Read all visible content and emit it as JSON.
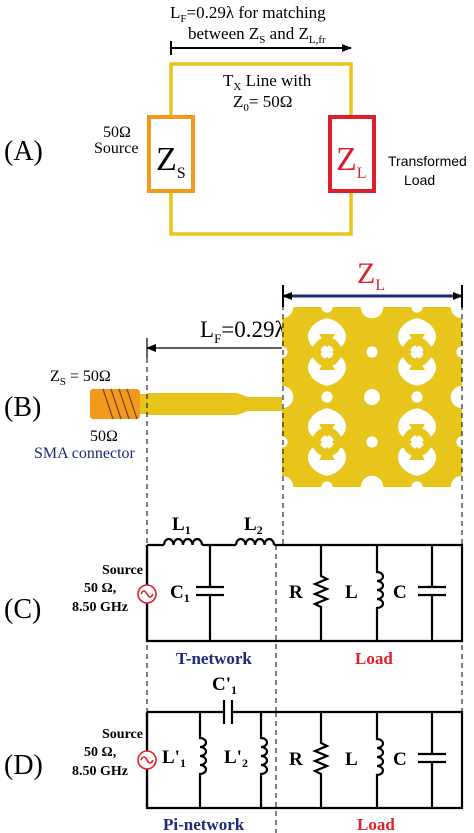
{
  "colors": {
    "line_gold": "#E8C51A",
    "source_orange": "#F39A1E",
    "load_red": "#E01E2B",
    "navy": "#1F2A78",
    "red": "#E0202A"
  },
  "panel_a": {
    "label": "(A)",
    "lf_main": "L",
    "lf_sub": "F",
    "lf_rest": "=0.29λ for matching",
    "between_pre": "between Z",
    "between_s": "S",
    "between_mid": " and Z",
    "between_sub": "L,fr",
    "tx_pre": "T",
    "tx_sub": "X",
    "tx_post": " Line with",
    "z0_pre": "Z",
    "z0_sub": "0",
    "z0_post": "= 50Ω",
    "source_l1": "50Ω",
    "source_l2": "Source",
    "zs_main": "Z",
    "zs_sub": "S",
    "zl_main": "Z",
    "zl_sub": "L",
    "load_l1": "Transformed",
    "load_l2": "Load"
  },
  "panel_b": {
    "label": "(B)",
    "zl_main": "Z",
    "zl_sub": "L",
    "lf_main": "L",
    "lf_sub": "F",
    "lf_rest": "=0.29λ",
    "zs_main": "Z",
    "zs_sub": "S",
    "zs_rest": " = 50Ω",
    "ohm": "50Ω",
    "sma": "SMA connector"
  },
  "panel_c": {
    "label": "(C)",
    "src_l1": "Source",
    "src_l2": "50 Ω,",
    "src_l3": "8.50 GHz",
    "l1_main": "L",
    "l1_sub": "1",
    "l2_main": "L",
    "l2_sub": "2",
    "c1_main": "C",
    "c1_sub": "1",
    "r": "R",
    "l": "L",
    "c": "C",
    "network": "T-network",
    "load": "Load"
  },
  "panel_d": {
    "label": "(D)",
    "src_l1": "Source",
    "src_l2": "50 Ω,",
    "src_l3": "8.50 GHz",
    "c1_main": "C'",
    "c1_sub": "1",
    "l1_main": "L'",
    "l1_sub": "1",
    "l2_main": "L'",
    "l2_sub": "2",
    "r": "R",
    "l": "L",
    "c": "C",
    "network": "Pi-network",
    "load": "Load"
  }
}
